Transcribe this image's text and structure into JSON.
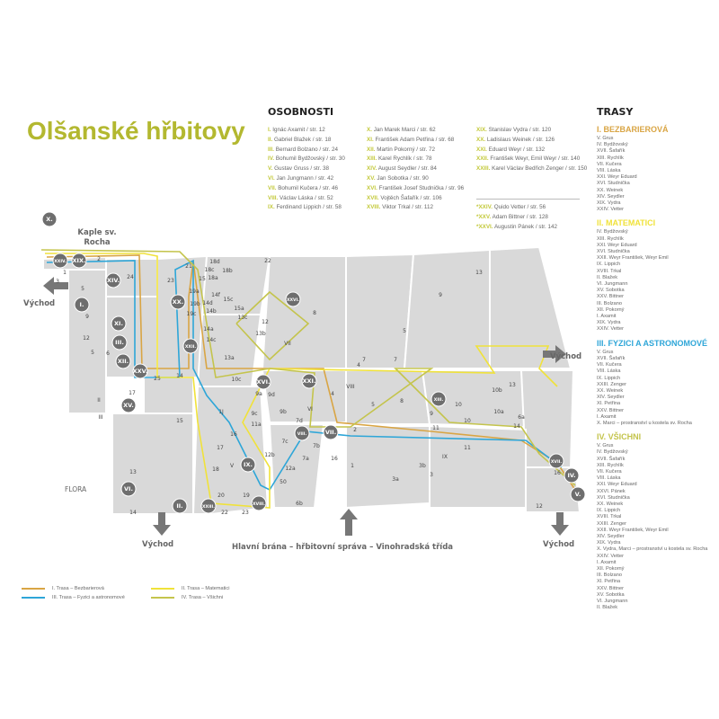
{
  "title": "Olšanské hřbitovy",
  "osobnosti": {
    "heading": "OSOBNOSTI",
    "columns": [
      [
        {
          "num": "I.",
          "text": "Ignác Axamit / str. 12"
        },
        {
          "num": "II.",
          "text": "Gabriel Blažek / str. 18"
        },
        {
          "num": "III.",
          "text": "Bernard Bolzano / str. 24"
        },
        {
          "num": "IV.",
          "text": "Bohumil Bydžovský / str. 30"
        },
        {
          "num": "V.",
          "text": "Gustav Gruss / str. 38"
        },
        {
          "num": "VI.",
          "text": "Jan Jungmann / str. 42"
        },
        {
          "num": "VII.",
          "text": "Bohumil Kučera / str. 46"
        },
        {
          "num": "VIII.",
          "text": "Václav Láska / str. 52"
        },
        {
          "num": "IX.",
          "text": "Ferdinand Lippich / str. 58"
        }
      ],
      [
        {
          "num": "X.",
          "text": "Jan Marek Marci / str. 62"
        },
        {
          "num": "XI.",
          "text": "František Adam Petřina / str. 68"
        },
        {
          "num": "XII.",
          "text": "Martin Pokorný / str. 72"
        },
        {
          "num": "XIII.",
          "text": "Karel Rychlík / str. 78"
        },
        {
          "num": "XIV.",
          "text": "August Seydler / str. 84"
        },
        {
          "num": "XV.",
          "text": "Jan Sobotka / str. 90"
        },
        {
          "num": "XVI.",
          "text": "František Josef Studnička / str. 96"
        },
        {
          "num": "XVII.",
          "text": "Vojtěch Šafařík / str. 106"
        },
        {
          "num": "XVIII.",
          "text": "Viktor Trkal / str. 112"
        }
      ],
      [
        {
          "num": "XIX.",
          "text": "Stanislav Vydra / str. 120"
        },
        {
          "num": "XX.",
          "text": "Ladislaus Weinek / str. 126"
        },
        {
          "num": "XXI.",
          "text": "Eduard Weyr / str. 132"
        },
        {
          "num": "XXII.",
          "text": "František Weyr, Emil Weyr / str. 140"
        },
        {
          "num": "XXIII.",
          "text": "Karel Václav Bedřich Zenger / str. 150"
        }
      ],
      [
        {
          "num": "*XXIV.",
          "text": "Quido Vetter / str. 56"
        },
        {
          "num": "*XXV.",
          "text": "Adam Bittner / str. 128"
        },
        {
          "num": "*XXVI.",
          "text": "Augustin Pánek / str. 142"
        }
      ]
    ]
  },
  "trasy": {
    "heading": "TRASY",
    "routes": [
      {
        "name": "I. BEZBARIEROVÁ",
        "color": "#d9a544",
        "items": [
          "V. Grus",
          "IV. Bydžovský",
          "XVII. Šafařík",
          "XIII. Rychlík",
          "VII. Kučera",
          "VIII. Láska",
          "XXI. Weyr Eduard",
          "XVI. Studnička",
          "XX. Weinek",
          "XIV. Seydler",
          "XIX. Vydra",
          "XXIV. Vetter"
        ]
      },
      {
        "name": "II. MATEMATICI",
        "color": "#f0e23a",
        "items": [
          "IV. Bydžovský",
          "XIII. Rychlík",
          "XXI. Weyr Eduard",
          "XVI. Studnička",
          "XXII. Weyr František, Weyr Emil",
          "IX. Lippich",
          "XVIII. Trkal",
          "II. Blažek",
          "VI. Jungmann",
          "XV. Sobotka",
          "XXV. Bittner",
          "III. Bolzano",
          "XII. Pokorný",
          "I. Axamit",
          "XIX. Vydra",
          "XXIV. Vetter"
        ]
      },
      {
        "name": "III. FYZICI A ASTRONOMOVÉ",
        "color": "#2ea6d8",
        "items": [
          "V. Grus",
          "XVII. Šafařík",
          "VII. Kučera",
          "VIII. Láska",
          "IX. Lippich",
          "XXIII. Zenger",
          "XX. Weinek",
          "XIV. Seydler",
          "XI. Petřina",
          "XXV. Bittner",
          "I. Axamit",
          "X. Marci – prostranství u kostela sv. Rocha"
        ]
      },
      {
        "name": "IV. VŠICHNI",
        "color": "#c4c44c",
        "items": [
          "V. Grus",
          "IV. Bydžovský",
          "XVII. Šafařík",
          "XIII. Rychlík",
          "VII. Kučera",
          "VIII. Láska",
          "XXI. Weyr Eduard",
          "XXVI. Pánek",
          "XVI. Studnička",
          "XX. Weinek",
          "IX. Lippich",
          "XVIII. Trkal",
          "XXIII. Zenger",
          "XXII. Weyr František, Weyr Emil",
          "XIV. Seydler",
          "XIX. Vydra",
          "X. Vydra, Marci – prostranství u kostela sv. Rocha",
          "XXIV. Vetter",
          "I. Axamit",
          "XII. Pokorný",
          "III. Bolzano",
          "XI. Petřina",
          "XXV. Bittner",
          "XV. Sobotka",
          "VI. Jungmann",
          "II. Blažek"
        ]
      }
    ]
  },
  "map": {
    "kaple": "Kaple sv. Rocha",
    "flora": "FLORA",
    "exits": [
      "Východ",
      "Východ",
      "Východ",
      "Východ"
    ],
    "main_gate": "Hlavní brána  –  hřbitovní správa  –  Vinohradská třída",
    "markers": [
      "X.",
      "XXIV.",
      "XIX.",
      "I.",
      "XIV.",
      "XI.",
      "III.",
      "XII.",
      "XXV.",
      "XV.",
      "XX.",
      "XXII.",
      "XVI.",
      "XXI.",
      "XIII.",
      "VIII.",
      "VII.",
      "IX.",
      "VI.",
      "II.",
      "XXIII.",
      "XVIII.",
      "XVII.",
      "IV.",
      "V.",
      "XXVI."
    ],
    "sections": [
      "1",
      "2",
      "3",
      "4",
      "5",
      "6",
      "7",
      "8",
      "9",
      "10",
      "11",
      "12",
      "13",
      "14",
      "15",
      "16",
      "17",
      "18",
      "19",
      "20",
      "21",
      "22",
      "23",
      "24",
      "25",
      "VI",
      "VII",
      "VIII",
      "IX",
      "II",
      "III",
      "V",
      "10a",
      "10b",
      "11a",
      "12a",
      "12b",
      "13a",
      "13b",
      "13c",
      "14a",
      "14b",
      "14c",
      "14d",
      "14f",
      "15a",
      "15c",
      "18a",
      "18b",
      "18c",
      "18d",
      "19a",
      "19b",
      "19c",
      "6a",
      "6b",
      "3a",
      "3b",
      "7a",
      "7b",
      "7c",
      "7d",
      "9a",
      "9b",
      "9c",
      "9d",
      "10c",
      "1J",
      "13",
      "14",
      "16",
      "22",
      "23",
      "50",
      "2",
      "1",
      "3",
      "5",
      "9",
      "12",
      "5",
      "4",
      "5",
      "7",
      "8",
      "9",
      "10",
      "11",
      "12",
      "13",
      "14",
      "15",
      "16",
      "17",
      "18",
      "19",
      "20",
      "21",
      "22",
      "23",
      "24"
    ]
  },
  "legend": [
    {
      "label": "I. Trasa – Bezbarierová",
      "color": "#d9a544"
    },
    {
      "label": "III. Trasa – Fyzici a astronomové",
      "color": "#2ea6d8"
    },
    {
      "label": "II. Trasa – Matematici",
      "color": "#f0e23a"
    },
    {
      "label": "IV. Trasa – Všichni",
      "color": "#c4c44c"
    }
  ]
}
